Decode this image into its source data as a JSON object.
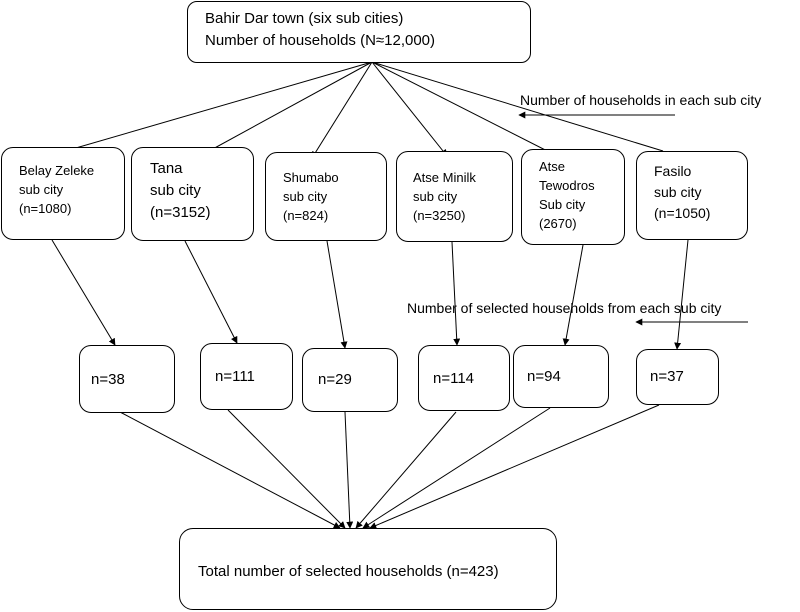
{
  "top": {
    "line1": "Bahir Dar town (six sub cities)",
    "line2": "Number of households (N≈12,000)"
  },
  "annotations": {
    "households_each": "Number of households in each sub city",
    "selected_each": "Number of selected households from each sub city"
  },
  "subcities": [
    {
      "lines": [
        "Belay Zeleke",
        "sub city",
        "(n=1080)"
      ]
    },
    {
      "lines": [
        "Tana",
        "sub city",
        "(n=3152)"
      ]
    },
    {
      "lines": [
        "Shumabo",
        "sub city",
        "(n=824)"
      ]
    },
    {
      "lines": [
        "Atse Minilk",
        "sub city",
        "(n=3250)"
      ]
    },
    {
      "lines": [
        "Atse",
        "Tewodros",
        "Sub city",
        "(2670)"
      ]
    },
    {
      "lines": [
        "Fasilo",
        "sub city",
        "(n=1050)"
      ]
    }
  ],
  "samples": [
    "n=38",
    "n=111",
    "n=29",
    "n=114",
    "n=94",
    "n=37"
  ],
  "total": "Total number of selected households (n=423)"
}
